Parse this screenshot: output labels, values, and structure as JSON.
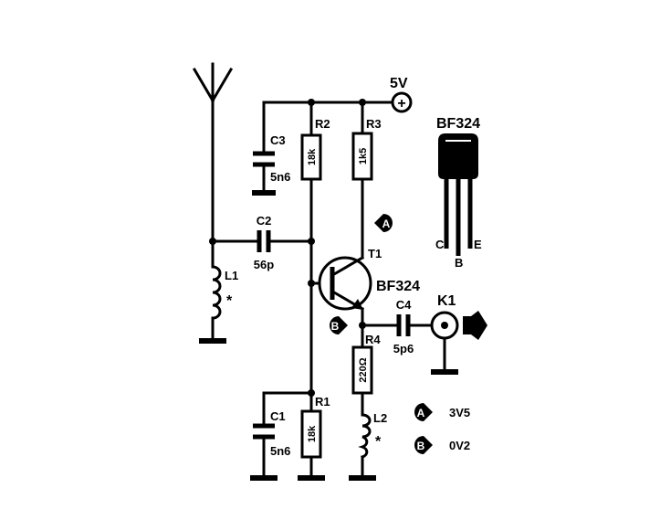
{
  "supply": {
    "label": "5V",
    "symbol": "+"
  },
  "antenna": {
    "icon": "antenna-icon"
  },
  "components": {
    "C1": {
      "name": "C1",
      "value": "5n6"
    },
    "C2": {
      "name": "C2",
      "value": "56p"
    },
    "C3": {
      "name": "C3",
      "value": "5n6"
    },
    "C4": {
      "name": "C4",
      "value": "5p6"
    },
    "R1": {
      "name": "R1",
      "value": "18k"
    },
    "R2": {
      "name": "R2",
      "value": "18k"
    },
    "R3": {
      "name": "R3",
      "value": "1k5"
    },
    "R4": {
      "name": "R4",
      "value": "220Ω"
    },
    "L1": {
      "name": "L1",
      "mark": "*"
    },
    "L2": {
      "name": "L2",
      "mark": "*"
    },
    "T1": {
      "name": "T1",
      "type": "BF324"
    },
    "K1": {
      "name": "K1"
    }
  },
  "package": {
    "title": "BF324",
    "pins": {
      "c": "C",
      "b": "B",
      "e": "E"
    }
  },
  "test_points": {
    "A": {
      "label": "A"
    },
    "B": {
      "label": "B"
    }
  },
  "legend": [
    {
      "point": "A",
      "voltage": "3V5"
    },
    {
      "point": "B",
      "voltage": "0V2"
    }
  ]
}
